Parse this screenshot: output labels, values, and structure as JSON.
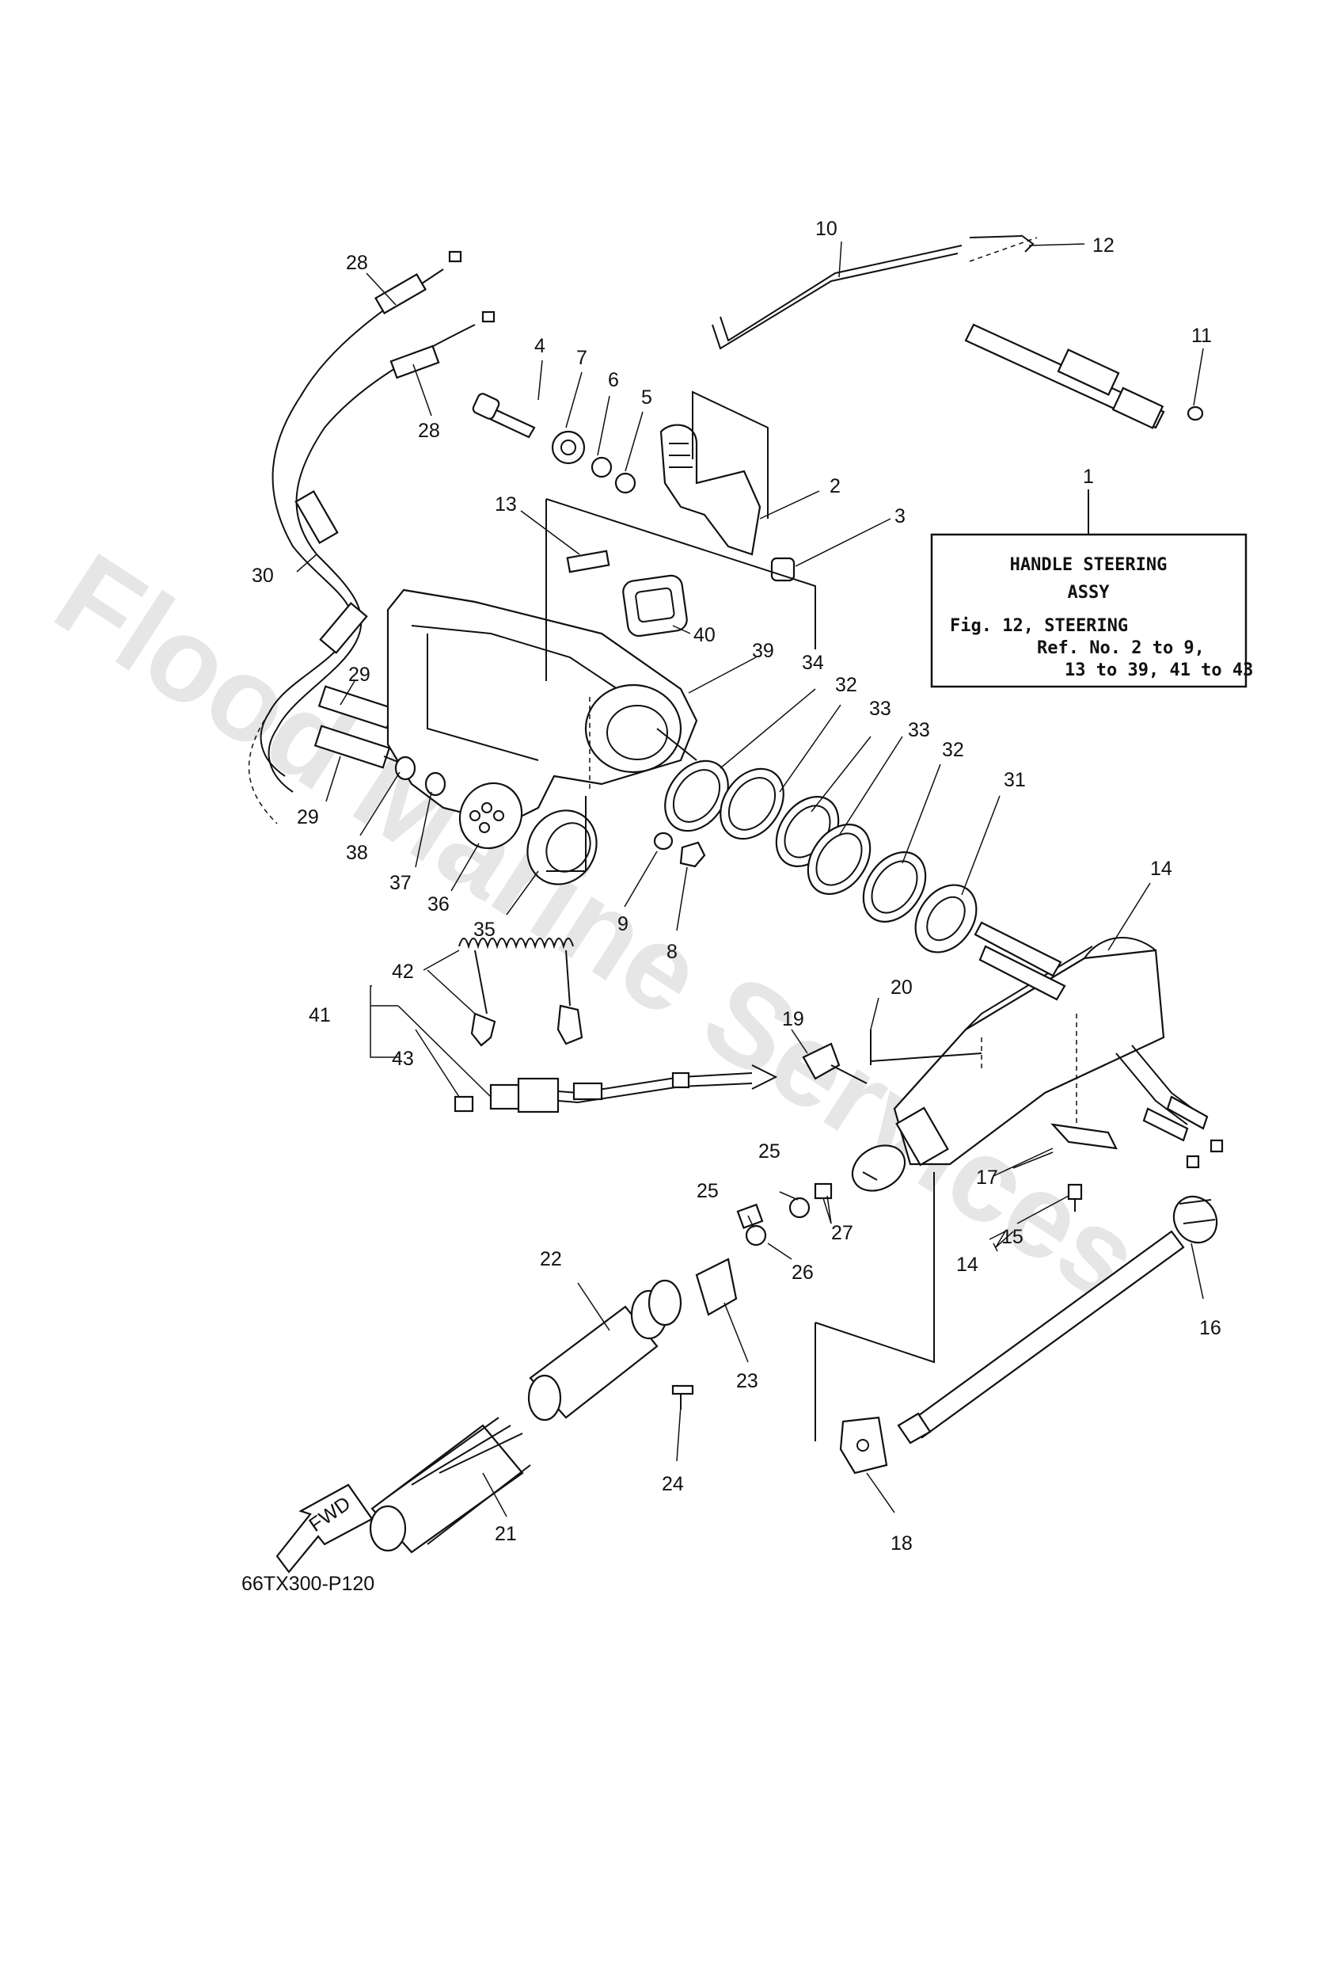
{
  "watermark": "Flood Marine Services",
  "diagram_code": "66TX300-P120",
  "fwd_label": "FWD",
  "assy_box": {
    "title_line1": "HANDLE STEERING",
    "title_line2": "ASSY",
    "ref_line1": "Fig. 12, STEERING",
    "ref_line2": "Ref. No. 2 to 9,",
    "ref_line3": "13 to 39, 41 to 43"
  },
  "callouts": {
    "c1": "1",
    "c2": "2",
    "c3": "3",
    "c4": "4",
    "c5": "5",
    "c6": "6",
    "c7": "7",
    "c8": "8",
    "c9": "9",
    "c10": "10",
    "c11": "11",
    "c12": "12",
    "c13": "13",
    "c14a": "14",
    "c14b": "14",
    "c15": "15",
    "c16": "16",
    "c17": "17",
    "c18": "18",
    "c19": "19",
    "c20": "20",
    "c21": "21",
    "c22": "22",
    "c23": "23",
    "c24": "24",
    "c25a": "25",
    "c25b": "25",
    "c26": "26",
    "c27": "27",
    "c28a": "28",
    "c28b": "28",
    "c29a": "29",
    "c29b": "29",
    "c30": "30",
    "c31": "31",
    "c32a": "32",
    "c32b": "32",
    "c33a": "33",
    "c33b": "33",
    "c34": "34",
    "c35": "35",
    "c36": "36",
    "c37": "37",
    "c38": "38",
    "c39": "39",
    "c40": "40",
    "c41": "41",
    "c42": "42",
    "c43": "43"
  }
}
